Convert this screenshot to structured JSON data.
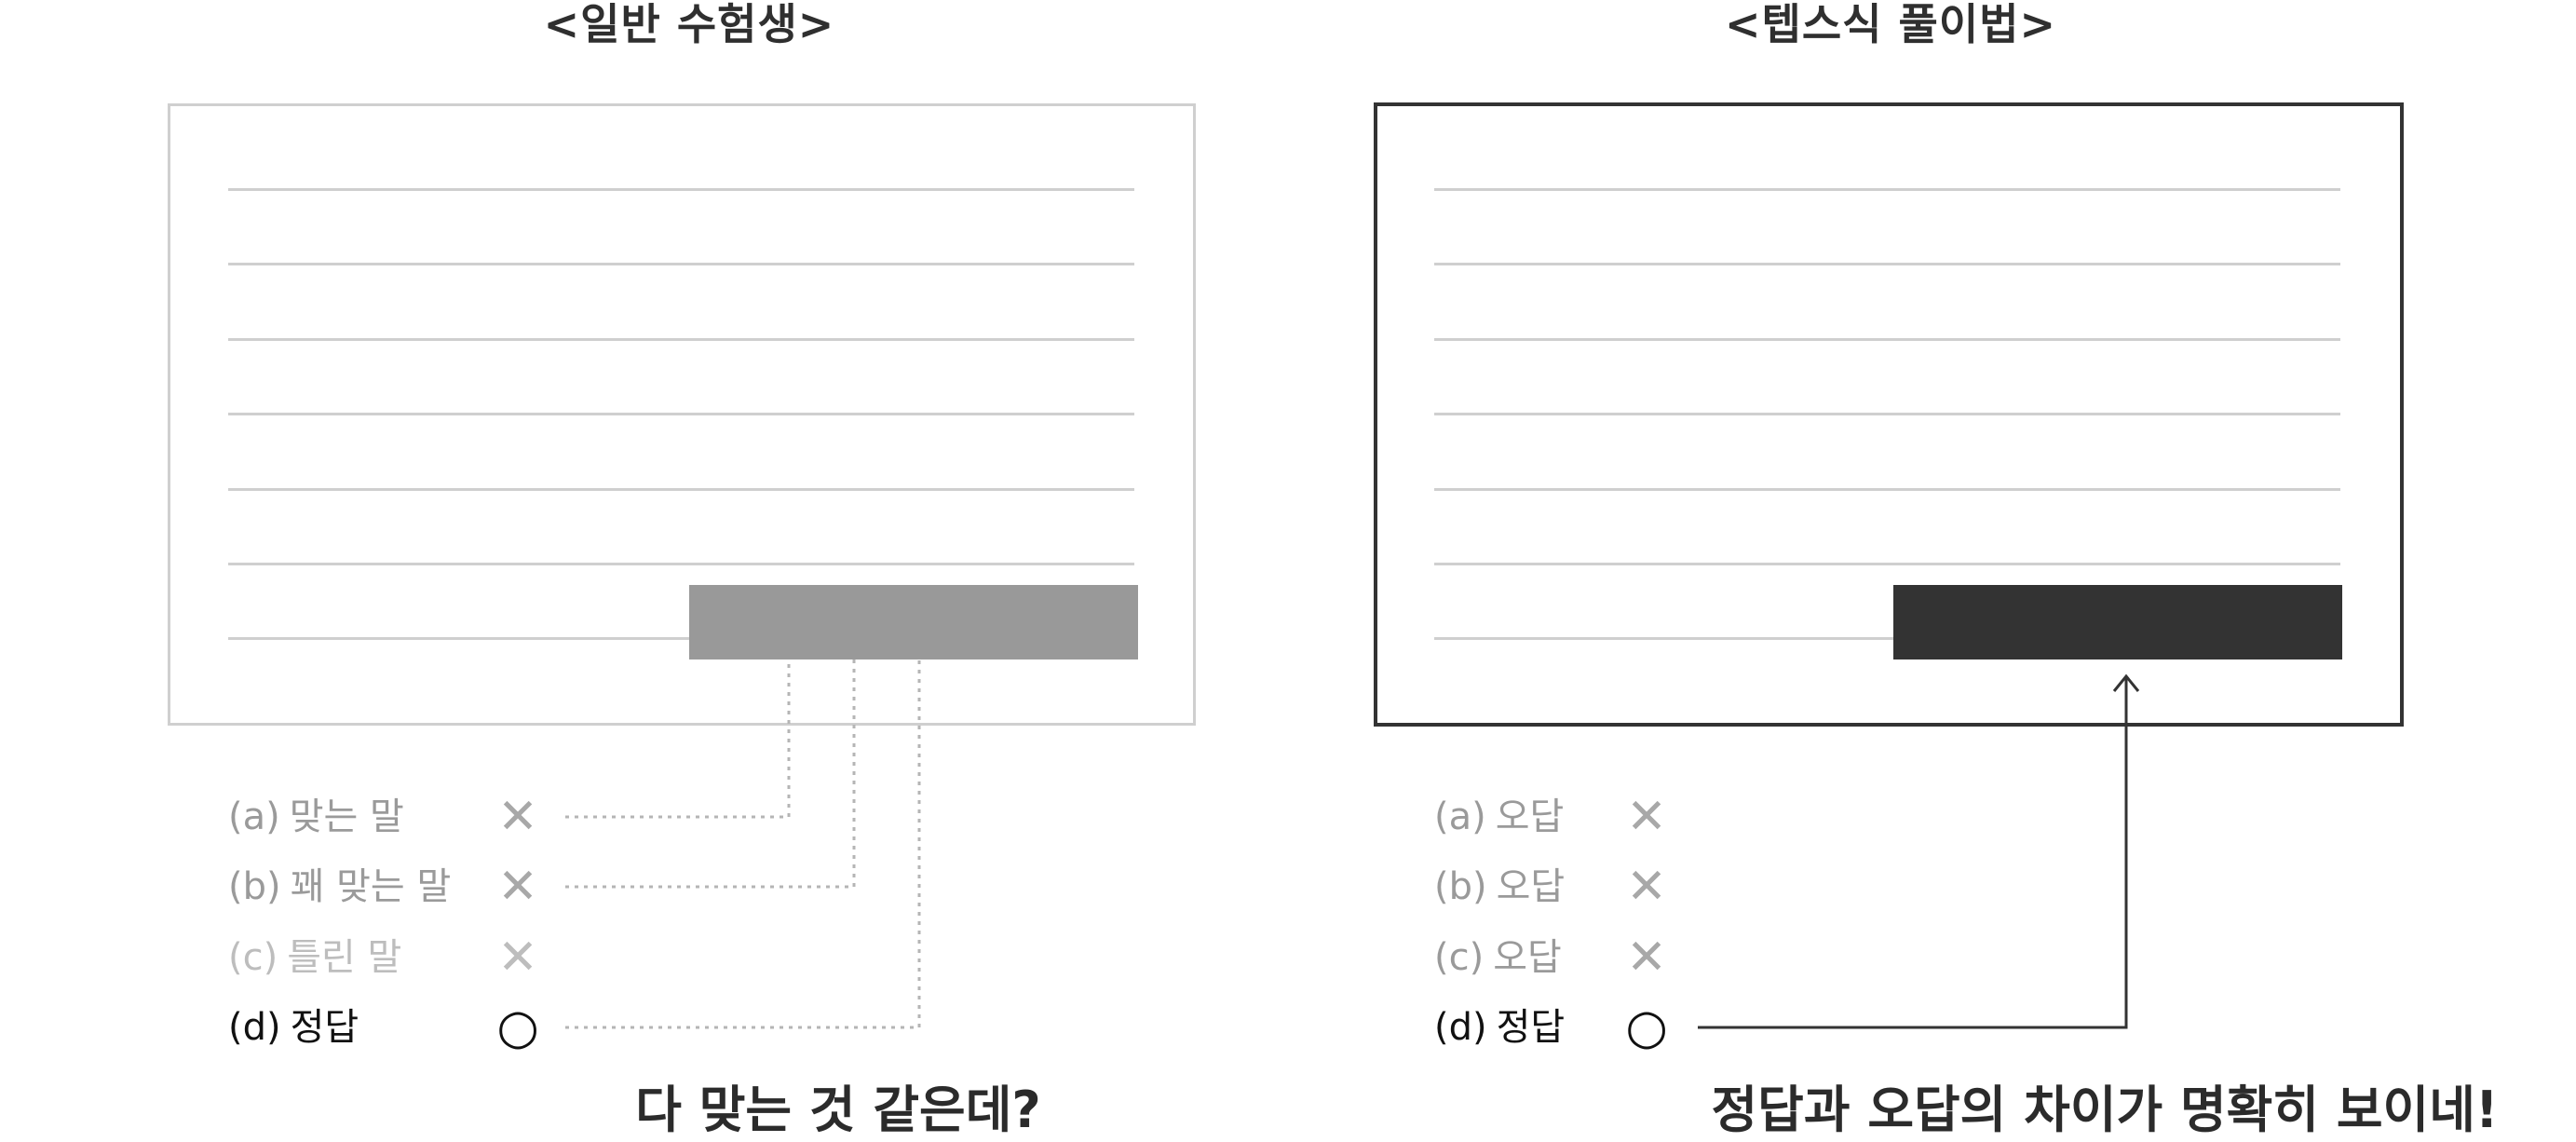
{
  "left_panel": {
    "title": "<일반 수험생>",
    "options": [
      {
        "letter": "(a)",
        "text": "맞는 말",
        "mark": "✕",
        "tone": "grey"
      },
      {
        "letter": "(b)",
        "text": "꽤 맞는 말",
        "mark": "✕",
        "tone": "grey"
      },
      {
        "letter": "(c)",
        "text": "틀린 말",
        "mark": "✕",
        "tone": "light"
      },
      {
        "letter": "(d)",
        "text": "정답",
        "mark": "○",
        "tone": "dark"
      }
    ],
    "caption": "다 맞는 것 같은데?",
    "highlight_color": "#999999",
    "border_color": "#cfcfcf"
  },
  "right_panel": {
    "title": "<텝스식 풀이법>",
    "options": [
      {
        "letter": "(a)",
        "text": "오답",
        "mark": "✕",
        "tone": "grey"
      },
      {
        "letter": "(b)",
        "text": "오답",
        "mark": "✕",
        "tone": "grey"
      },
      {
        "letter": "(c)",
        "text": "오답",
        "mark": "✕",
        "tone": "grey"
      },
      {
        "letter": "(d)",
        "text": "정답",
        "mark": "○",
        "tone": "dark"
      }
    ],
    "caption": "정답과 오답의 차이가 명확히 보이네!",
    "highlight_color": "#333333",
    "border_color": "#333333"
  }
}
